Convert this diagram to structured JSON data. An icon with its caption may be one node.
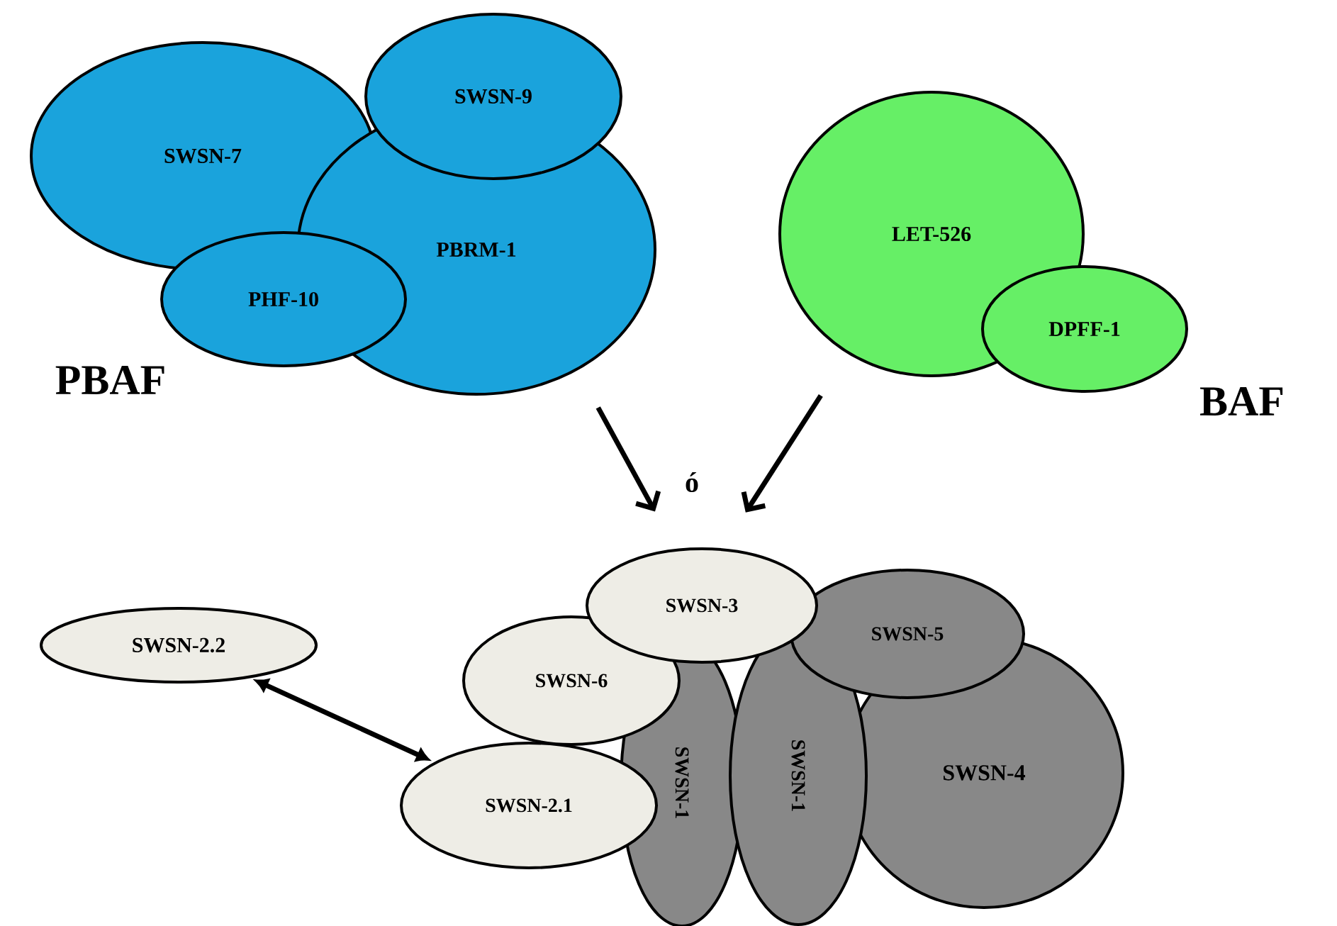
{
  "diagram": {
    "nodes": [
      {
        "text": [
          "SWSN-7"
        ]
      },
      {
        "text": [
          "SWSN-9"
        ]
      },
      {
        "text": [
          "PBRM-1"
        ]
      },
      {
        "text": [
          "PHF-10"
        ]
      },
      {
        "text": [
          "LET-526"
        ]
      },
      {
        "text": [
          "DPFF-1"
        ]
      },
      {
        "text": [
          "SWSN-2.2"
        ]
      },
      {
        "text": [
          "SWSN-3"
        ]
      },
      {
        "text": [
          "SWSN-5"
        ]
      },
      {
        "text": [
          "SWSN-6"
        ]
      },
      {
        "text": [
          "SWSN-1"
        ]
      },
      {
        "text": [
          "SWSN-1"
        ]
      },
      {
        "text": [
          "SWSN-4"
        ]
      },
      {
        "text": [
          "SWSN-2.1"
        ]
      }
    ],
    "edges": [
      {
        "from": 2,
        "to": 7,
        "arrow": "to"
      },
      {
        "from": 4,
        "to": 7,
        "arrow": "to"
      },
      {
        "from": 6,
        "to": 13,
        "arrow": "both"
      }
    ],
    "labels": [
      "PBAF",
      "BAF",
      "ó"
    ]
  }
}
